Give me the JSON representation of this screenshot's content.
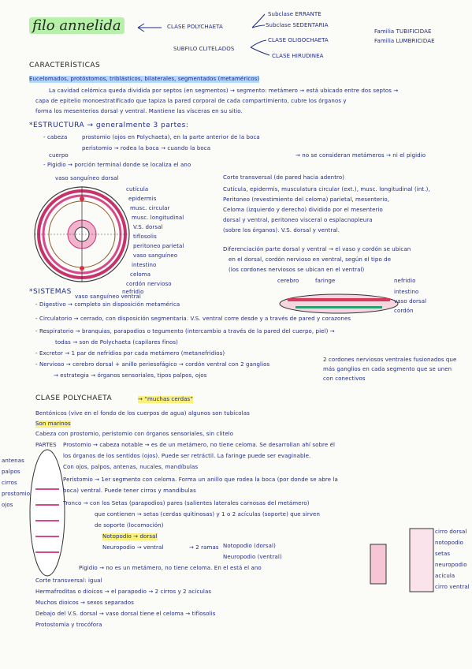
{
  "title": "filo annelida",
  "classification": {
    "polychaeta": "CLASE POLYCHAETA",
    "errante": "Subclase ERRANTE",
    "sedentaria": "Subclase SEDENTARIA",
    "clitelados": "SUBFILO CLITELADOS",
    "oligochaeta": "CLASE OLIGOCHAETA",
    "hirudinea": "CLASE HIRUDINEA",
    "tubificidae": "Familia TUBIFICIDAE",
    "lumbricidae": "Familia LUMBRICIDAE"
  },
  "caracteristicas": {
    "heading": "CARACTERÍSTICAS",
    "l1": "Eucelomados, protóstomos, triblásticos, bilaterales, segmentados (metaméricos)",
    "l2": "La cavidad celómica queda dividida por septos (en segmentos) → segmento: metámero → está ubicado entre dos septos →",
    "l3": "capa de epitelio monoestratificado que tapiza la pared corporal de cada compartimiento, cubre los órganos y",
    "l4": "forma los mesenterios dorsal y ventral. Mantiene las vísceras en su sitio."
  },
  "estructura": {
    "heading": "*ESTRUCTURA → generalmente 3 partes:",
    "cabeza": "- cabeza",
    "prostomio": "prostomio (ojos en Polychaeta), en la parte anterior de la boca",
    "peristomio": "peristomio → rodea la boca → cuando la boca",
    "cuerpo": "cuerpo",
    "no_son": "→ no se consideran metámeros → ni el pigidio",
    "pigidio": "- Pigidio → porción terminal donde se localiza el ano"
  },
  "diagram_labels": {
    "top": "vaso sanguíneo dorsal",
    "l1": "cutícula",
    "l2": "epidermis",
    "l3": "musc. circular",
    "l4": "musc. longitudinal",
    "l5": "V.S. dorsal",
    "l6": "tiflosolis",
    "l7": "peritoneo parietal",
    "l8": "vaso sanguíneo",
    "l9": "intestino",
    "l10": "celoma",
    "l11": "cordón nervioso",
    "l12": "nefridio",
    "bottom": "vaso sanguíneo ventral"
  },
  "corte": {
    "l1": "Corte transversal (de pared hacia adentro)",
    "l2": "Cutícula, epidermis, musculatura circular (ext.), musc. longitudinal (int.),",
    "l3": "Peritoneo (revestimiento del celoma) parietal, mesenterio,",
    "l4": "Celoma (izquierdo y derecho) dividido por el mesenterio",
    "l5": "dorsal y ventral, peritoneo visceral o esplacnopleura",
    "l6": "(sobre los órganos). V.S. dorsal y ventral.",
    "l7": "Diferenciación parte dorsal y ventral → el vaso y cordón se ubican",
    "l8": "en el dorsal, cordón nervioso en ventral, según el tipo de",
    "l9": "(los cordones nerviosos se ubican en el ventral)"
  },
  "sistemas": {
    "heading": "*SISTEMAS",
    "digestivo": "- Digestivo → completo sin disposición metamérica",
    "circulatorio": "- Circulatorio → cerrado, con disposición segmentaria. V.S. ventral corre desde y a través de pared y corazones",
    "respiratorio": "- Respiratorio → branquias, parapodios o tegumento (intercambio a través de la pared del cuerpo, piel) →",
    "respiratorio2": "todas → son de Polychaeta (capilares finos)",
    "excretor": "- Excretor → 1 par de nefridios por cada metámero (metanefridios)",
    "nervioso": "- Nervioso → cerebro dorsal + anillo periesofágico → cordón ventral con 2 ganglios",
    "nervioso_r1": "2 cordones nerviosos ventrales fusionados que",
    "nervioso_r2": "más ganglios en cada segmento que se unen",
    "nervioso_r3": "con conectivos",
    "nervioso2": "→ estrategia → órganos sensoriales, tipos palpos, ojos",
    "worm_labels": [
      "cerebro",
      "faringe",
      "nefridio",
      "intestino",
      "vaso dorsal",
      "cordón"
    ]
  },
  "polychaeta": {
    "heading": "CLASE POLYCHAETA",
    "subtitle": "→ “muchas cerdas”",
    "l1": "Bentónicos (vive en el fondo de los cuerpos de agua) algunos son tubícolas",
    "l2": "Son marinos",
    "l3": "Cabeza con prostomio, peristomio con órganos sensoriales, sin clitelo",
    "partes": "PARTES",
    "prostomio": "Prostomio → cabeza notable → es de un metámero, no tiene celoma. Se desarrollan ahí sobre él",
    "prostomio2": "los órganos de los sentidos (ojos). Puede ser retráctil. La faringe puede ser evaginable.",
    "prostomio3": "Con ojos, palpos, antenas, nucales, mandíbulas",
    "peristomio": "Peristomio → 1er segmento con celoma. Forma un anillo que rodea la boca (por donde se abre la",
    "peristomio2": "boca) ventral. Puede tener cirros y mandíbulas",
    "tronco": "Tronco → con los Setas (parapodios) pares (salientes laterales carnosas del metámero)",
    "tronco2": "que contienen → setas (cerdas quitinosas) y 1 o 2 acículas (soporte) que sirven",
    "tronco3": "de soporte (locomoción)",
    "notopodio": "Notopodio → dorsal",
    "neuropodio": "Neuropodio → ventral",
    "birramosos": "→ 2 ramas",
    "notopodio_r": "Notopodio (dorsal)",
    "neuropodio_r": "Neuropodio (ventral)",
    "pigidio": "Pigidio → no es un metámero, no tiene celoma. En el está el ano",
    "corte": "Corte transversal: igual",
    "hermafroditas": "Hermafroditas o dioicos → el parapodio → 2 cirros y 2 acículas",
    "muchos": "Muchos dioicos → sexos separados",
    "debajo": "Debajo del V.S. dorsal → vaso dorsal tiene el celoma → tiflosolis",
    "protostomia": "Protostomia y trocófora"
  },
  "polychaeta_left_labels": [
    "antenas",
    "palpos",
    "cirros",
    "prostomio",
    "ojos"
  ],
  "parapodio_labels": [
    "cirro dorsal",
    "notopodio",
    "setas",
    "neuropodio",
    "acícula",
    "cirro ventral"
  ]
}
